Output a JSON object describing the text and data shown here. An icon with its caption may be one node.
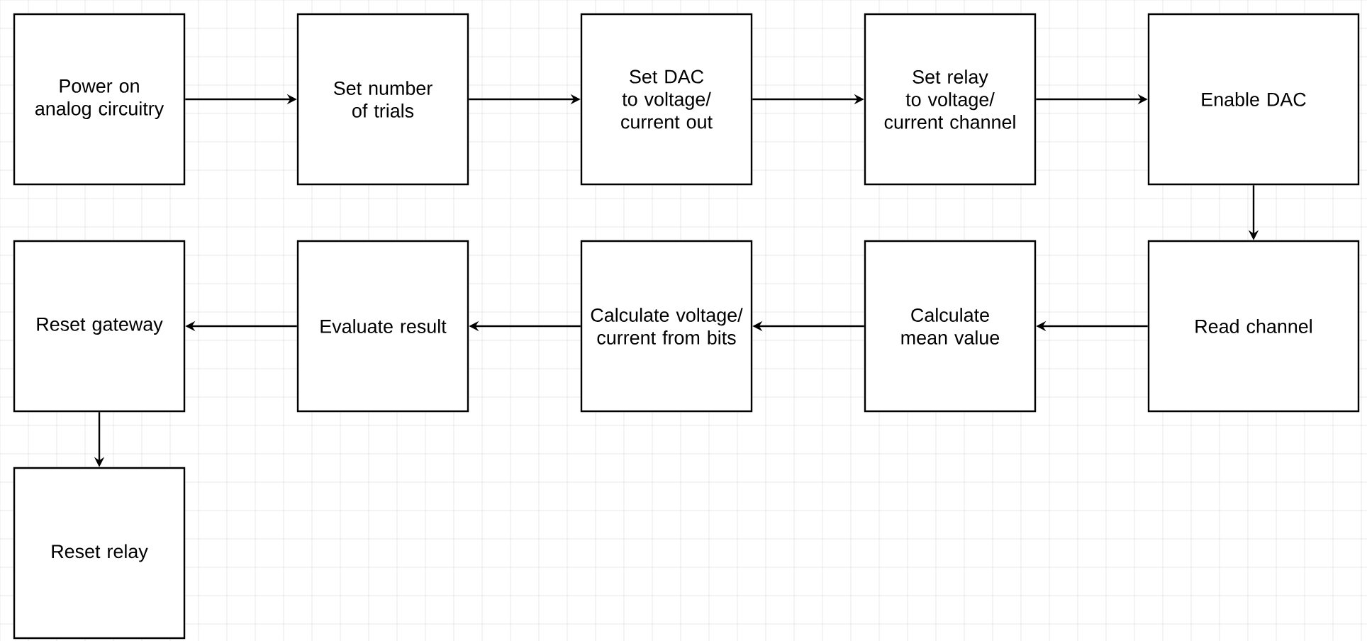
{
  "diagram": {
    "nodes": [
      {
        "text": [
          "Power on analog circuitry"
        ]
      },
      {
        "text": [
          "Set number of trials"
        ]
      },
      {
        "text": [
          "Set DAC to voltage/ current out"
        ]
      },
      {
        "text": [
          "Set relay to voltage/ current channel"
        ]
      },
      {
        "text": [
          "Enable DAC"
        ]
      },
      {
        "text": [
          "Read channel"
        ]
      },
      {
        "text": [
          "Calculate mean value"
        ]
      },
      {
        "text": [
          "Calculate voltage/ current from bits"
        ]
      },
      {
        "text": [
          "Evaluate result"
        ]
      },
      {
        "text": [
          "Reset gateway"
        ]
      },
      {
        "text": [
          "Reset relay"
        ]
      }
    ],
    "edges": [
      {
        "from": 0,
        "to": 1,
        "arrow": "to"
      },
      {
        "from": 1,
        "to": 2,
        "arrow": "to"
      },
      {
        "from": 2,
        "to": 3,
        "arrow": "to"
      },
      {
        "from": 3,
        "to": 4,
        "arrow": "to"
      },
      {
        "from": 4,
        "to": 5,
        "arrow": "to"
      },
      {
        "from": 5,
        "to": 6,
        "arrow": "to"
      },
      {
        "from": 6,
        "to": 7,
        "arrow": "to"
      },
      {
        "from": 7,
        "to": 8,
        "arrow": "to"
      },
      {
        "from": 8,
        "to": 9,
        "arrow": "to"
      },
      {
        "from": 9,
        "to": 10,
        "arrow": "to"
      }
    ]
  }
}
